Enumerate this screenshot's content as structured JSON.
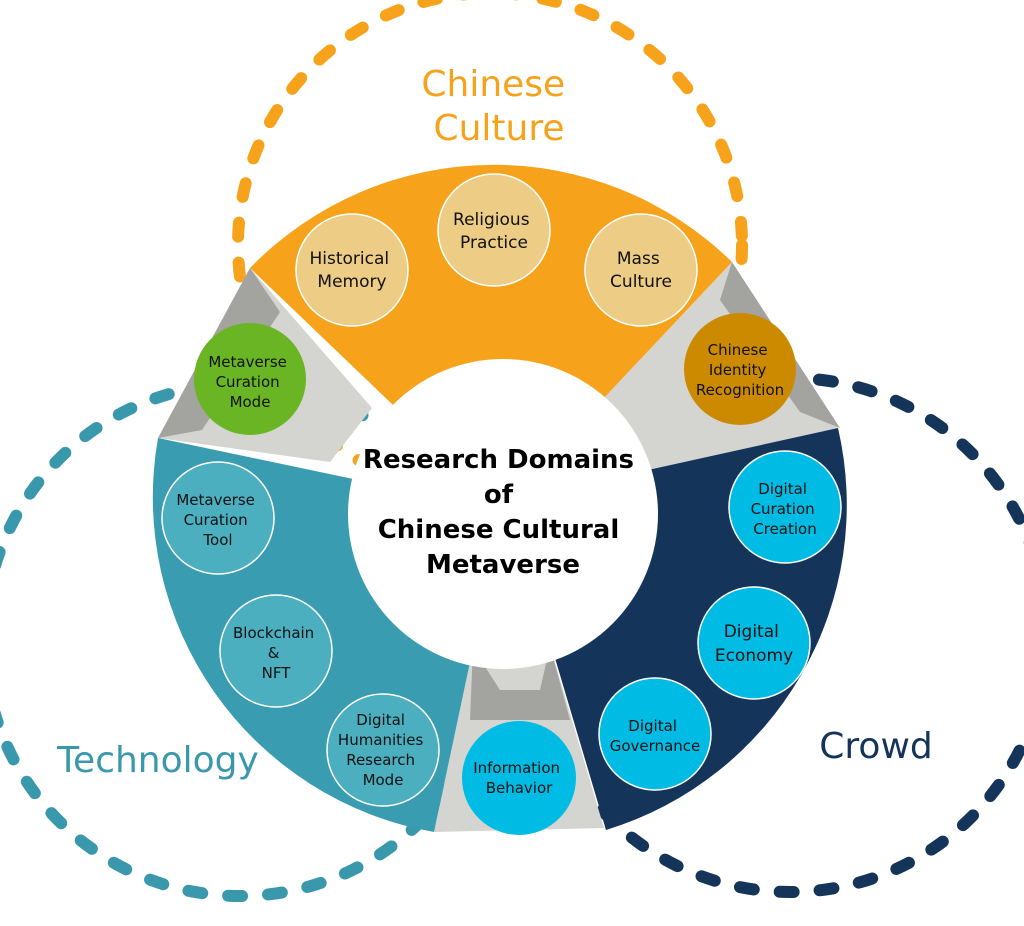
{
  "center": {
    "lines": [
      "Research Domains",
      "of",
      "Chinese Cultural",
      "Metaverse"
    ]
  },
  "domains": {
    "culture": {
      "label_lines": [
        "Chinese",
        "Culture"
      ],
      "color": "#F7A21B",
      "node_color": "#EDCC85",
      "nodes": {
        "historical": [
          "Historical",
          "Memory"
        ],
        "religious": [
          "Religious",
          "Practice"
        ],
        "mass": [
          "Mass",
          "Culture"
        ]
      }
    },
    "technology": {
      "label_lines": [
        "Technology"
      ],
      "color": "#3A9CB0",
      "label_color": "#3A98AC",
      "node_color": "#4BAFBF",
      "nodes": {
        "curation_tool": [
          "Metaverse",
          "Curation",
          "Tool"
        ],
        "blockchain": [
          "Blockchain",
          "&",
          "NFT"
        ],
        "dh_mode": [
          "Digital",
          "Humanities",
          "Research",
          "Mode"
        ]
      }
    },
    "crowd": {
      "label_lines": [
        "Crowd"
      ],
      "color": "#14345A",
      "node_color": "#00BCE4",
      "nodes": {
        "curation_creation": [
          "Digital",
          "Curation",
          "Creation"
        ],
        "economy": [
          "Digital",
          "Economy"
        ],
        "governance": [
          "Digital",
          "Governance"
        ]
      }
    }
  },
  "junctions": {
    "metaverse_curation_mode": {
      "lines": [
        "Metaverse",
        "Curation",
        "Mode"
      ],
      "color": "#6AB523"
    },
    "chinese_identity": {
      "lines": [
        "Chinese",
        "Identity",
        "Recognition"
      ],
      "color": "#CC8A00"
    },
    "information_behavior": {
      "lines": [
        "Information",
        "Behavior"
      ],
      "color": "#00BCE4"
    }
  },
  "colors": {
    "connector": "#D4D4D0",
    "connector_shadow": "#A3A3A0"
  }
}
